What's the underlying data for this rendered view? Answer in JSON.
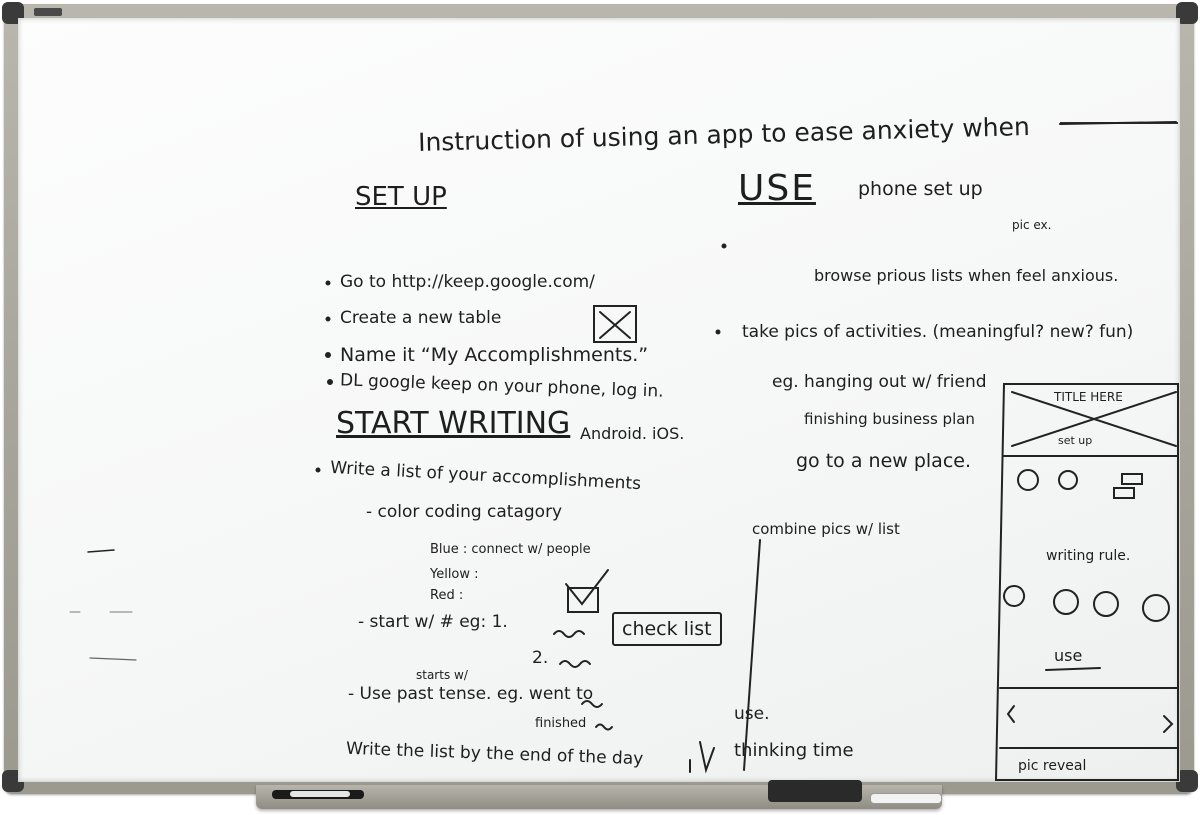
{
  "board": {
    "title": "Instruction of using an app to ease anxiety when",
    "setup": {
      "heading": "SET UP",
      "items": [
        "Go to http://keep.google.com/",
        "Create a new table",
        "Name it “My Accomplishments.”",
        "DL google keep on your phone, log in."
      ]
    },
    "start": {
      "heading": "START WRITING",
      "platforms": "Android. iOS.",
      "items": [
        "Write a list of your accomplishments",
        "- color coding catagory",
        "Blue : connect w/ people",
        "Yellow :",
        "Red :",
        "- start w/ #  eg: 1.",
        "2.",
        "starts w/",
        "- Use past tense. eg. went to",
        "finished",
        "Write the list by the end of the day"
      ],
      "checklist_label": "check list"
    },
    "use": {
      "heading": "USE",
      "subtitle": "phone set up",
      "pic_note": "pic ex.",
      "items": [
        "browse prious lists when feel anxious.",
        "take pics of activities. (meaningful? new? fun)",
        "eg. hanging out w/ friend",
        "finishing business plan",
        "go to a new place.",
        "combine pics w/ list"
      ],
      "use_note": "use.",
      "thinking_time": "thinking time"
    },
    "sketch": {
      "title_label": "TITLE HERE",
      "sub_label": "set up",
      "middle_label": "writing rule.",
      "use_label": "use",
      "bottom_label": "pic reveal"
    }
  }
}
